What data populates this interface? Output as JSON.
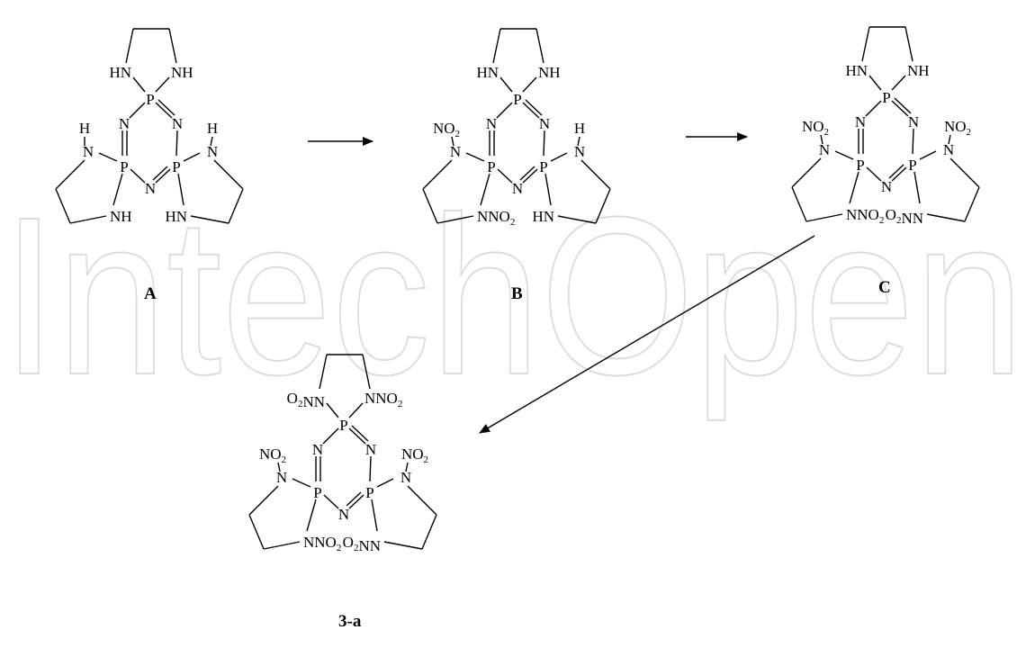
{
  "watermark": "IntechOpen",
  "captions": {
    "A": "A",
    "B": "B",
    "C": "C",
    "final": "3-a"
  },
  "atoms": {
    "P": "P",
    "N": "N",
    "HN": "HN",
    "NH": "NH",
    "H": "H",
    "NO2": "NO2",
    "NNO2": "NNO2",
    "O2NN": "O2NN",
    "O2NN_top": "O2NN"
  },
  "molecules": [
    {
      "id": "A",
      "top": [
        "HN",
        "NH"
      ],
      "left": [
        "H",
        "N",
        "NH"
      ],
      "right": [
        "H",
        "N",
        "HN"
      ]
    },
    {
      "id": "B",
      "top": [
        "HN",
        "NH"
      ],
      "left": [
        "NO2",
        "N",
        "NNO2"
      ],
      "right": [
        "H",
        "N",
        "HN"
      ]
    },
    {
      "id": "C",
      "top": [
        "HN",
        "NH"
      ],
      "left": [
        "NO2",
        "N",
        "NNO2"
      ],
      "right": [
        "NO2",
        "N",
        "O2NN"
      ]
    },
    {
      "id": "3-a",
      "top": [
        "O2NN",
        "NNO2"
      ],
      "left": [
        "NO2",
        "N",
        "NNO2"
      ],
      "right": [
        "NO2",
        "N",
        "O2NN"
      ]
    }
  ]
}
